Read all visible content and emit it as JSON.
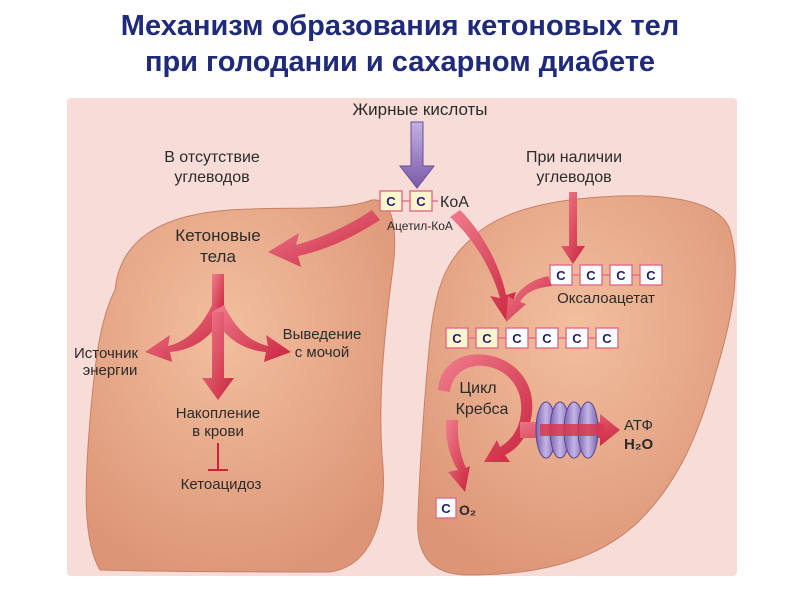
{
  "title": {
    "line1": "Механизм образования кетоновых тел",
    "line2": "при голодании и сахарном диабете"
  },
  "labels": {
    "fatty_acids": "Жирные кислоты",
    "no_carbs_1": "В отсутствие",
    "no_carbs_2": "углеводов",
    "with_carbs_1": "При наличии",
    "with_carbs_2": "углеводов",
    "coa": "КоА",
    "acetyl_coa": "Ацетил-КоА",
    "ketone_bodies_1": "Кетоновые",
    "ketone_bodies_2": "тела",
    "energy_source_1": "Источник",
    "energy_source_2": "энергии",
    "excretion_1": "Выведение",
    "excretion_2": "с мочой",
    "accumulation_1": "Накопление",
    "accumulation_2": "в крови",
    "ketoacidosis": "Кетоацидоз",
    "oxaloacetate": "Оксалоацетат",
    "krebs_1": "Цикл",
    "krebs_2": "Кребса",
    "atp": "АТФ",
    "water": "H₂O",
    "o2": "O₂",
    "carbon": "C"
  },
  "colors": {
    "title": "#1f2a7a",
    "background_panel": "#f7dcd8",
    "liver": "#e8a98b",
    "arrow_red": "#d8374f",
    "arrow_purple": "#8a6bb5",
    "carbon_box_border": "#e06b8a",
    "atp_synthase": "#9b86c9"
  },
  "icons": {
    "liver_left": "liver-lobe-shape",
    "liver_right": "liver-lobe-shape",
    "atp_synthase": "atp-synthase-icon"
  }
}
